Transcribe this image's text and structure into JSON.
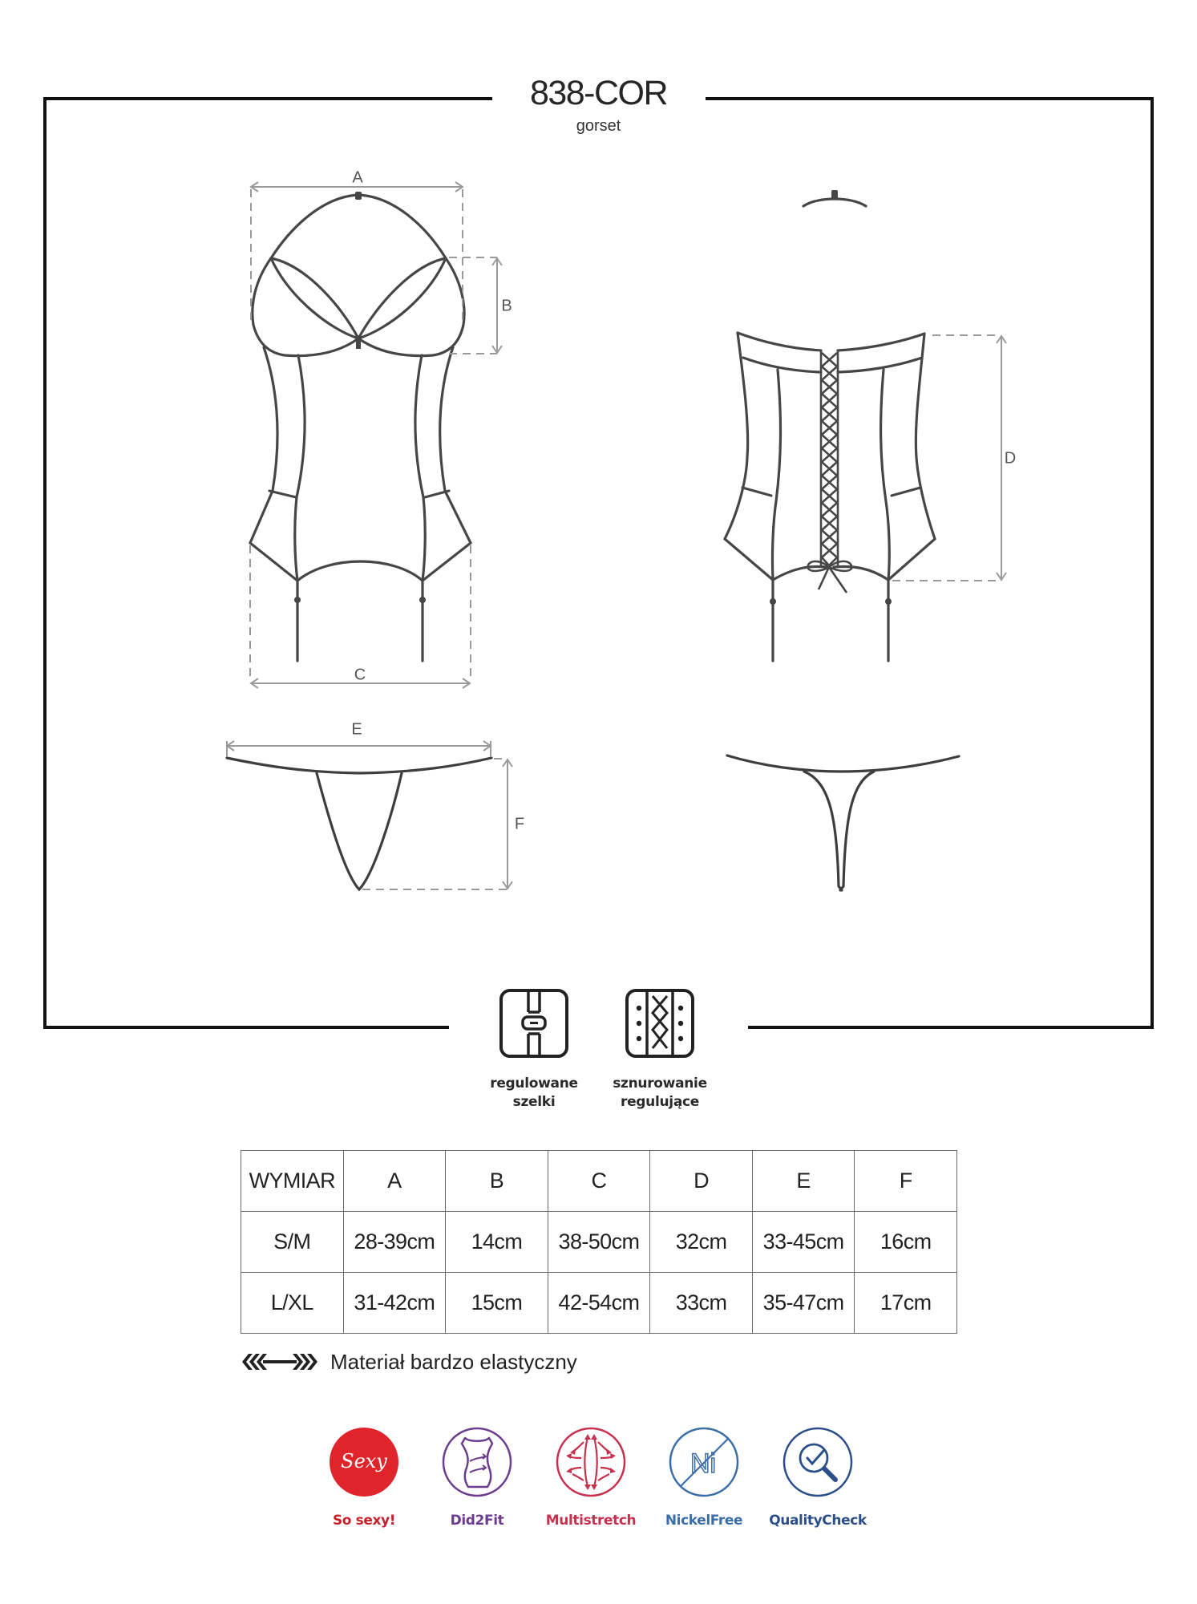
{
  "header": {
    "product_code": "838-COR",
    "product_type": "gorset"
  },
  "diagram": {
    "dimension_labels": {
      "A": "A",
      "B": "B",
      "C": "C",
      "D": "D",
      "E": "E",
      "F": "F"
    },
    "views": [
      "corset-front",
      "corset-back",
      "thong-front",
      "thong-back"
    ]
  },
  "features": [
    {
      "icon": "adjustable-straps-icon",
      "line1": "regulowane",
      "line2": "szelki"
    },
    {
      "icon": "lacing-icon",
      "line1": "sznurowanie",
      "line2": "regulujące"
    }
  ],
  "size_table": {
    "header": [
      "WYMIAR",
      "A",
      "B",
      "C",
      "D",
      "E",
      "F"
    ],
    "rows": [
      [
        "S/M",
        "28-39cm",
        "14cm",
        "38-50cm",
        "32cm",
        "33-45cm",
        "16cm"
      ],
      [
        "L/XL",
        "31-42cm",
        "15cm",
        "42-54cm",
        "33cm",
        "35-47cm",
        "17cm"
      ]
    ]
  },
  "elastic_note": {
    "icon": "stretch-arrows-icon",
    "text": "Materiał bardzo elastyczny"
  },
  "badges": [
    {
      "icon": "sexy-icon",
      "icon_text": "Sexy",
      "label": "So sexy!",
      "color": "#e0242c"
    },
    {
      "icon": "did2fit-icon",
      "label": "Did2Fit",
      "color": "#6c3d8f"
    },
    {
      "icon": "multistretch-icon",
      "label": "Multistretch",
      "color": "#c7304e"
    },
    {
      "icon": "nickel-free-icon",
      "icon_text": "Ni",
      "label": "NickelFree",
      "color": "#3b6ea8"
    },
    {
      "icon": "quality-check-icon",
      "label": "QualityCheck",
      "color": "#2c4f8c"
    }
  ],
  "colors": {
    "frame": "#111111",
    "garment_stroke": "#444444",
    "dimension_stroke": "#999999"
  }
}
